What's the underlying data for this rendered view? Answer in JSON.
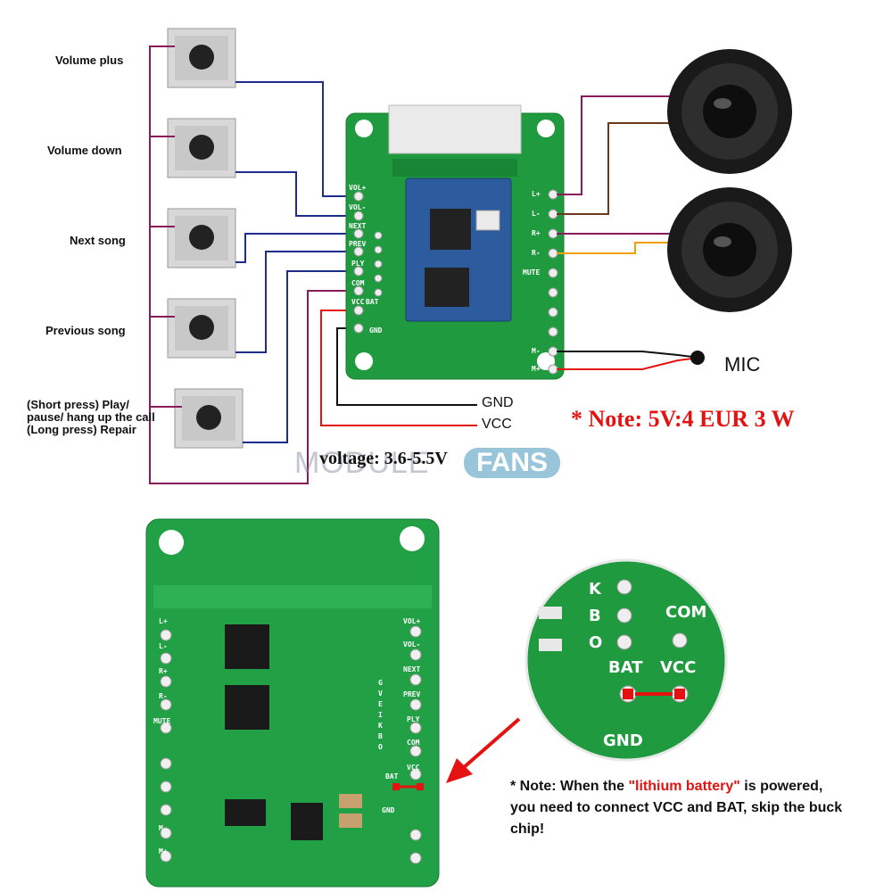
{
  "buttons": [
    {
      "label": "Volume plus"
    },
    {
      "label": "Volume down"
    },
    {
      "label": "Next song"
    },
    {
      "label": "Previous song"
    },
    {
      "label": "(Short press) Play/ pause/ hang up the call (Long press) Repair"
    }
  ],
  "left_pins": [
    "VOL+",
    "VOL-",
    "NEXT",
    "PREV",
    "PLY",
    "COM",
    "VCC",
    "GND"
  ],
  "right_pins": [
    "L+",
    "L-",
    "R+",
    "R-",
    "MUTE",
    "M-",
    "M+"
  ],
  "mid_pins": [
    "BAT"
  ],
  "power_labels": {
    "gnd": "GND",
    "vcc": "VCC",
    "voltage": "voltage: 3.6-5.5V"
  },
  "mic_label": "MIC",
  "note_top": "* Note: 5V:4 EUR 3 W",
  "watermark": {
    "left": "MODULE",
    "right": "FANS"
  },
  "bottom_board": {
    "left_pins": [
      "L+",
      "L-",
      "R+",
      "R-",
      "MUTE",
      "M-",
      "M+"
    ],
    "right_pins": [
      "VOL+",
      "VOL-",
      "NEXT",
      "PREV",
      "PLY",
      "COM",
      "VCC",
      "GND"
    ],
    "mid_pins": [
      "BAT"
    ],
    "vertical_text": "GVEIKBO"
  },
  "zoom": {
    "letters": [
      "K",
      "B",
      "O"
    ],
    "pins": [
      "BAT",
      "VCC",
      "COM",
      "GND"
    ]
  },
  "note_bottom": {
    "prefix": "* Note: When the ",
    "highlight": "\"lithium battery\"",
    "suffix": " is powered, you need to connect VCC and BAT, skip the buck chip!"
  },
  "colors": {
    "pcb": "#1f9a3f",
    "wire_blue": "#1e2d8c",
    "wire_magenta": "#8a1b5a",
    "wire_red": "#e51212",
    "wire_brown": "#6b3a1a",
    "wire_orange": "#f0a000",
    "note_red": "#e51212"
  }
}
